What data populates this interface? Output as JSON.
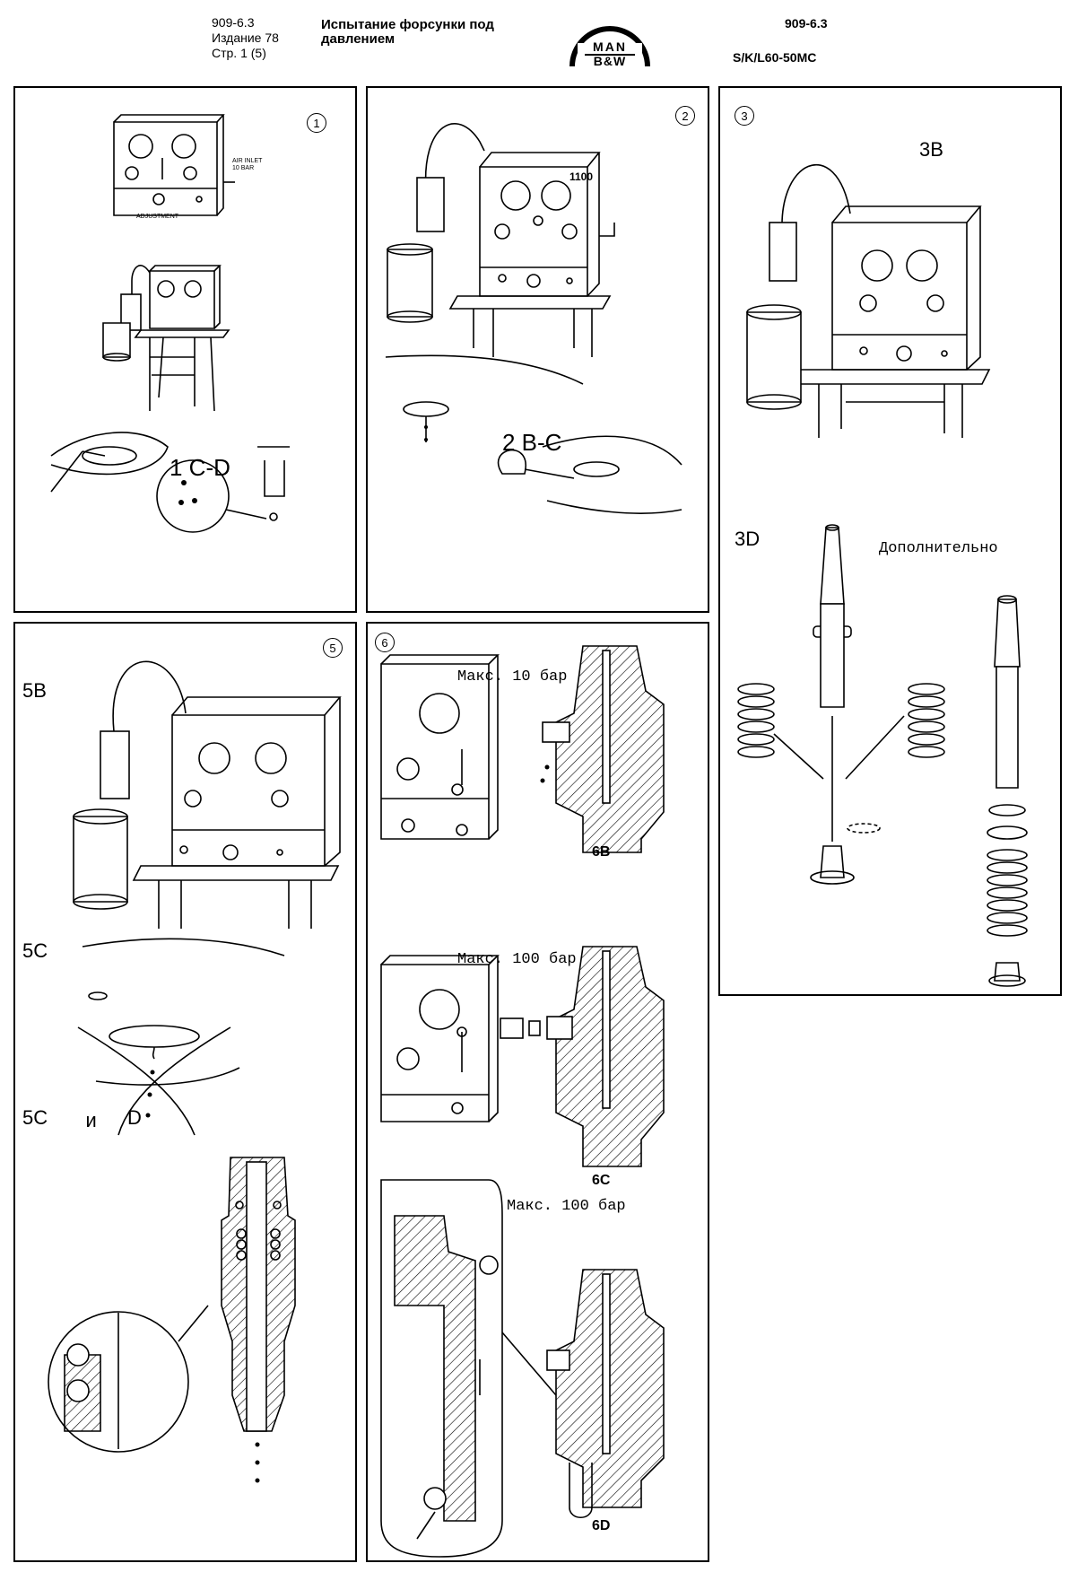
{
  "header": {
    "doc_code": "909-6.3",
    "edition": "Издание 78",
    "page": "Стр. 1 (5)",
    "title_line1": "Испытание форсунки под",
    "title_line2": "давлением",
    "logo_top": "MAN",
    "logo_bottom": "B&W",
    "doc_code_right": "909-6.3",
    "engine": "S/K/L60-50MC"
  },
  "panels": {
    "p1": {
      "number": "1",
      "label_cd": "1 C-D",
      "adjustment": "ADJUSTMENT",
      "air_inlet": "AIR INLET",
      "air_bar": "10 BAR"
    },
    "p2": {
      "number": "2",
      "tester_no": "1100",
      "label_bc": "2 B-C"
    },
    "p3": {
      "number": "3",
      "label_b": "3B",
      "label_d": "3D",
      "optional": "Дополнительно"
    },
    "p5": {
      "number": "5",
      "label_b": "5B",
      "label_c": "5C",
      "label_cd_1": "5C",
      "label_cd_and": "и",
      "label_cd_2": "D"
    },
    "p6": {
      "number": "6",
      "max1": "Макс. 10 бар",
      "max2": "Макс. 100 бар",
      "max3": "Макс. 100 бар",
      "cap_b": "6B",
      "cap_c": "6C",
      "cap_d": "6D"
    }
  },
  "colors": {
    "ink": "#000000",
    "paper": "#ffffff"
  }
}
